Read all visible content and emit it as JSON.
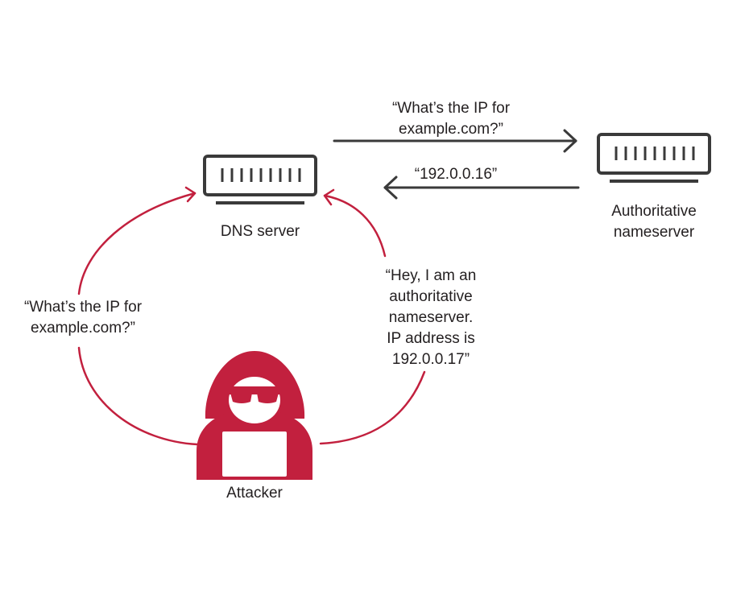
{
  "colors": {
    "ink": "#3a3a3a",
    "accent": "#c2203e",
    "background": "#ffffff"
  },
  "icons": {
    "server": "server-icon",
    "attacker": "hooded-hacker-icon"
  },
  "nodes": {
    "dns_server": {
      "label": "DNS server"
    },
    "authoritative": {
      "label_lines": [
        "Authoritative",
        "nameserver"
      ]
    },
    "attacker": {
      "label": "Attacker"
    }
  },
  "messages": {
    "query_to_authoritative": [
      "“What’s the IP for",
      "example.com?”"
    ],
    "reply_from_authoritative": "“192.0.0.16”",
    "attacker_query": [
      "“What’s the IP for",
      "example.com?”"
    ],
    "attacker_spoof": [
      "“Hey, I am an",
      "authoritative",
      "nameserver.",
      "IP address is",
      "192.0.0.17”"
    ]
  }
}
